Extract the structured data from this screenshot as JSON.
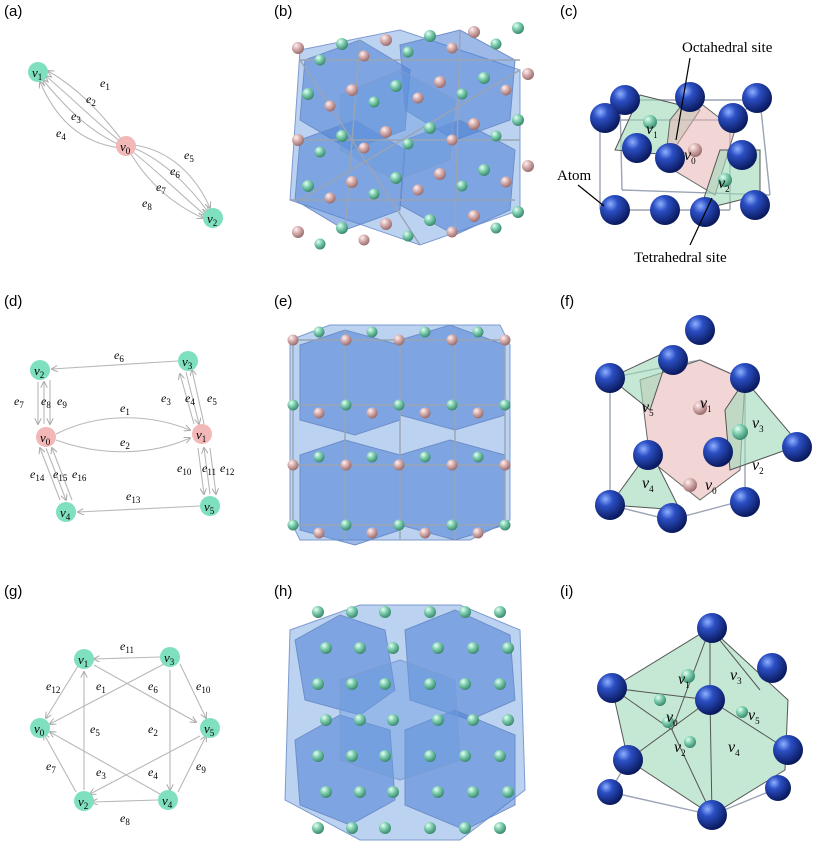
{
  "panels": [
    {
      "id": "a",
      "label": "(a)"
    },
    {
      "id": "b",
      "label": "(b)"
    },
    {
      "id": "c",
      "label": "(c)"
    },
    {
      "id": "d",
      "label": "(d)"
    },
    {
      "id": "e",
      "label": "(e)"
    },
    {
      "id": "f",
      "label": "(f)"
    },
    {
      "id": "g",
      "label": "(g)"
    },
    {
      "id": "h",
      "label": "(h)"
    },
    {
      "id": "i",
      "label": "(i)"
    }
  ],
  "graph_a": {
    "vertices": [
      {
        "id": "v1",
        "base": "v",
        "sub": "1",
        "color": "#7fe0c0"
      },
      {
        "id": "v0",
        "base": "v",
        "sub": "0",
        "color": "#f2b8b8"
      },
      {
        "id": "v2",
        "base": "v",
        "sub": "2",
        "color": "#7fe0c0"
      }
    ],
    "edges": [
      {
        "base": "e",
        "sub": "1"
      },
      {
        "base": "e",
        "sub": "2"
      },
      {
        "base": "e",
        "sub": "3"
      },
      {
        "base": "e",
        "sub": "4"
      },
      {
        "base": "e",
        "sub": "5"
      },
      {
        "base": "e",
        "sub": "6"
      },
      {
        "base": "e",
        "sub": "7"
      },
      {
        "base": "e",
        "sub": "8"
      }
    ]
  },
  "graph_d": {
    "vertices": [
      {
        "id": "v2",
        "base": "v",
        "sub": "2"
      },
      {
        "id": "v3",
        "base": "v",
        "sub": "3"
      },
      {
        "id": "v0",
        "base": "v",
        "sub": "0"
      },
      {
        "id": "v1",
        "base": "v",
        "sub": "1"
      },
      {
        "id": "v4",
        "base": "v",
        "sub": "4"
      },
      {
        "id": "v5",
        "base": "v",
        "sub": "5"
      }
    ],
    "edges": [
      {
        "base": "e",
        "sub": "6"
      },
      {
        "base": "e",
        "sub": "7"
      },
      {
        "base": "e",
        "sub": "8"
      },
      {
        "base": "e",
        "sub": "9"
      },
      {
        "base": "e",
        "sub": "3"
      },
      {
        "base": "e",
        "sub": "4"
      },
      {
        "base": "e",
        "sub": "5"
      },
      {
        "base": "e",
        "sub": "1"
      },
      {
        "base": "e",
        "sub": "2"
      },
      {
        "base": "e",
        "sub": "14"
      },
      {
        "base": "e",
        "sub": "15"
      },
      {
        "base": "e",
        "sub": "16"
      },
      {
        "base": "e",
        "sub": "10"
      },
      {
        "base": "e",
        "sub": "11"
      },
      {
        "base": "e",
        "sub": "12"
      },
      {
        "base": "e",
        "sub": "13"
      }
    ]
  },
  "graph_g": {
    "vertices": [
      {
        "id": "v1",
        "base": "v",
        "sub": "1"
      },
      {
        "id": "v3",
        "base": "v",
        "sub": "3"
      },
      {
        "id": "v0",
        "base": "v",
        "sub": "0"
      },
      {
        "id": "v5",
        "base": "v",
        "sub": "5"
      },
      {
        "id": "v2",
        "base": "v",
        "sub": "2"
      },
      {
        "id": "v4",
        "base": "v",
        "sub": "4"
      }
    ],
    "edges": [
      {
        "base": "e",
        "sub": "11"
      },
      {
        "base": "e",
        "sub": "12"
      },
      {
        "base": "e",
        "sub": "1"
      },
      {
        "base": "e",
        "sub": "6"
      },
      {
        "base": "e",
        "sub": "10"
      },
      {
        "base": "e",
        "sub": "5"
      },
      {
        "base": "e",
        "sub": "2"
      },
      {
        "base": "e",
        "sub": "7"
      },
      {
        "base": "e",
        "sub": "3"
      },
      {
        "base": "e",
        "sub": "4"
      },
      {
        "base": "e",
        "sub": "9"
      },
      {
        "base": "e",
        "sub": "8"
      }
    ]
  },
  "panel_c": {
    "annotations": {
      "octahedral": "Octahedral site",
      "atom": "Atom",
      "tetrahedral": "Tetrahedral site"
    },
    "sites": [
      {
        "base": "v",
        "sub": "1"
      },
      {
        "base": "v",
        "sub": "0"
      },
      {
        "base": "v",
        "sub": "2"
      }
    ]
  },
  "panel_f": {
    "sites": [
      {
        "base": "v",
        "sub": "5"
      },
      {
        "base": "v",
        "sub": "1"
      },
      {
        "base": "v",
        "sub": "3"
      },
      {
        "base": "v",
        "sub": "2"
      },
      {
        "base": "v",
        "sub": "4"
      },
      {
        "base": "v",
        "sub": "0"
      }
    ]
  },
  "panel_i": {
    "sites": [
      {
        "base": "v",
        "sub": "1"
      },
      {
        "base": "v",
        "sub": "3"
      },
      {
        "base": "v",
        "sub": "5"
      },
      {
        "base": "v",
        "sub": "0"
      },
      {
        "base": "v",
        "sub": "2"
      },
      {
        "base": "v",
        "sub": "4"
      }
    ]
  },
  "colors": {
    "vertex_green": "#7fe0c0",
    "vertex_pink": "#f2b8b8",
    "atom_blue": "#1a3a9e",
    "polyhedron_blue": "#4a7fd4",
    "site_green": "#9ed8b8",
    "site_pink": "#e8b4b4"
  }
}
